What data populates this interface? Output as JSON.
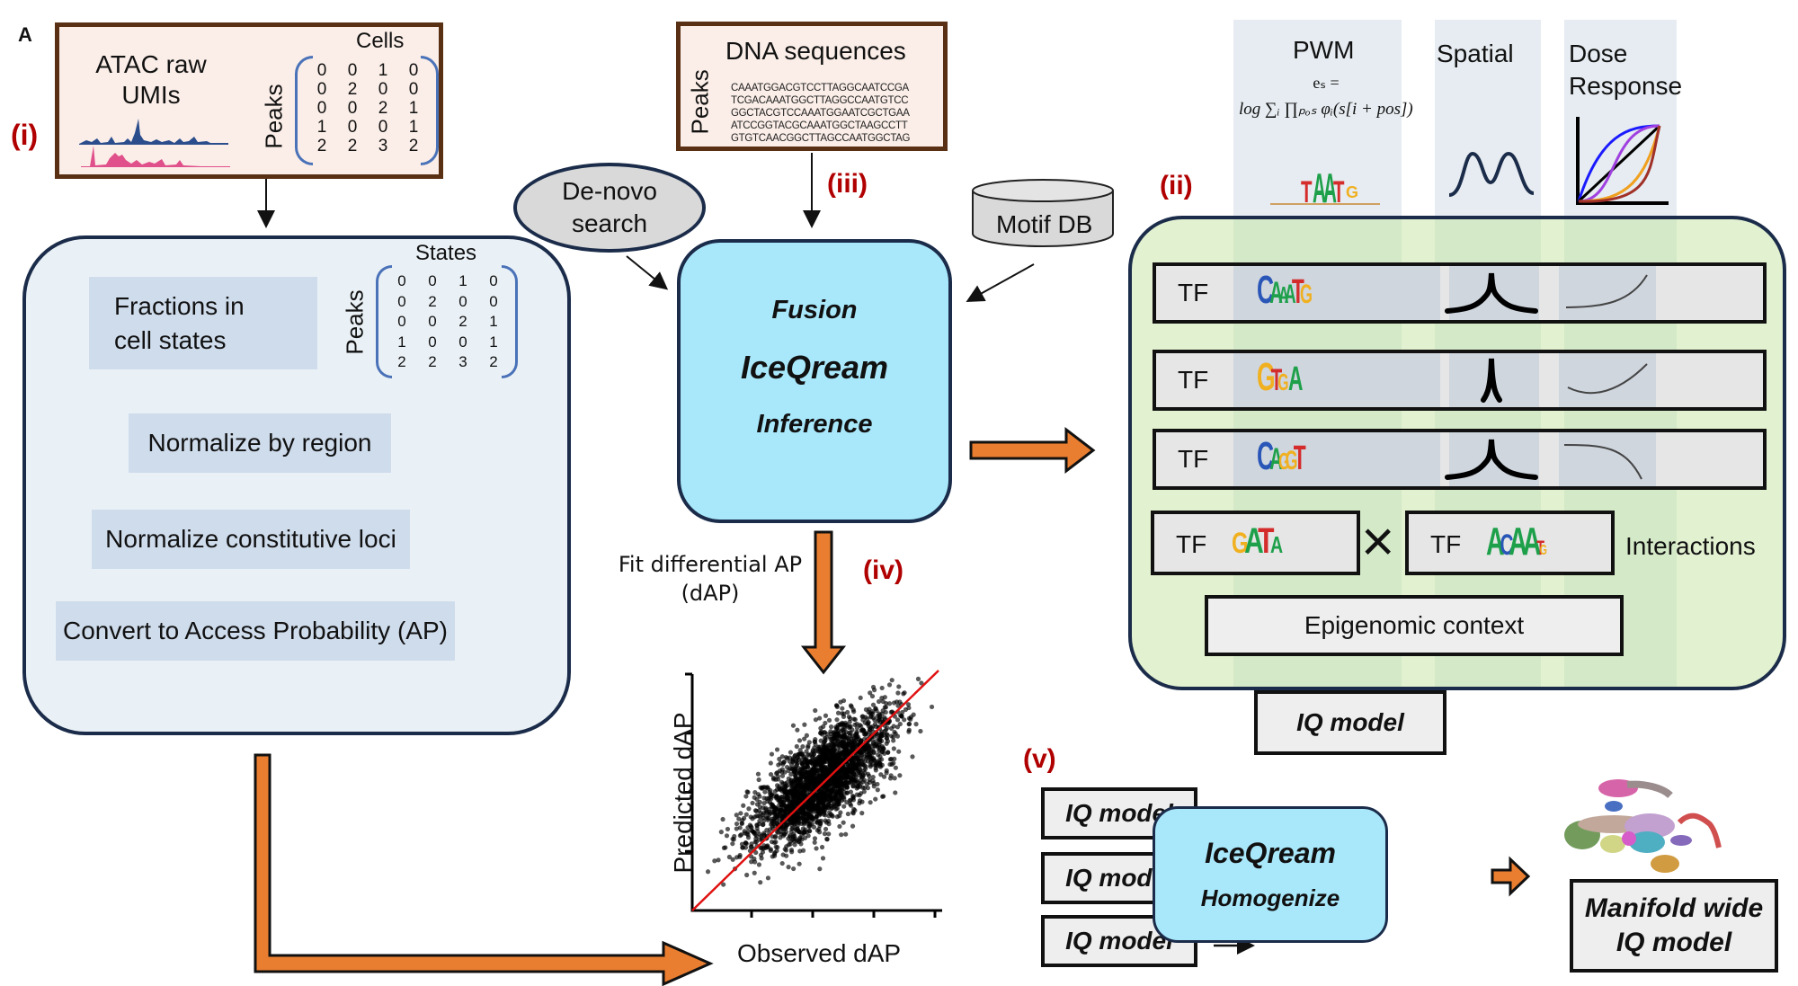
{
  "panel_letter": "A",
  "steps": {
    "i": "(i)",
    "ii": "(ii)",
    "iii": "(iii)",
    "iv": "(iv)",
    "v": "(v)"
  },
  "atac_box": {
    "title_line1": "ATAC raw",
    "title_line2": "UMIs",
    "matrix_label_top": "Cells",
    "matrix_label_side": "Peaks",
    "matrix": [
      [
        "0",
        "0",
        "1",
        "0"
      ],
      [
        "0",
        "2",
        "0",
        "0"
      ],
      [
        "0",
        "0",
        "2",
        "1"
      ],
      [
        "1",
        "0",
        "0",
        "1"
      ],
      [
        "2",
        "2",
        "3",
        "2"
      ]
    ],
    "track_colors": [
      "#2b4d8c",
      "#e0508a"
    ]
  },
  "dna_box": {
    "title": "DNA sequences",
    "side_label": "Peaks",
    "sequences": [
      "CAAATGGACGTCCTTAGGCAATCCGA",
      "TCGACAAATGGCTTAGGCCAATGTCC",
      "GGCTACGTCCAAATGGAATCGCTGAA",
      "ATCCGGTACGCAAATGGCTAAGCCTT",
      "GTGTCAACGGCTTAGCCAATGGCTAG"
    ]
  },
  "processing": {
    "matrix_label_top": "States",
    "matrix_label_side": "Peaks",
    "matrix": [
      [
        "0",
        "0",
        "1",
        "0"
      ],
      [
        "0",
        "2",
        "0",
        "0"
      ],
      [
        "0",
        "0",
        "2",
        "1"
      ],
      [
        "1",
        "0",
        "0",
        "1"
      ],
      [
        "2",
        "2",
        "3",
        "2"
      ]
    ],
    "items": [
      {
        "line1": "Fractions in",
        "line2": "cell states"
      },
      {
        "line1": "Normalize by region"
      },
      {
        "line1": "Normalize constitutive loci"
      },
      {
        "line1": "Convert to Access Probability (AP)"
      }
    ]
  },
  "denovo": {
    "line1": "De-novo",
    "line2": "search"
  },
  "motif_db": "Motif DB",
  "inference_box": {
    "line1": "Fusion",
    "line2": "IceQream",
    "line3": "Inference"
  },
  "fit_label": {
    "line1": "Fit differential AP",
    "line2": "(dAP)"
  },
  "model_columns": {
    "pwm": "PWM",
    "spatial": "Spatial",
    "dose_line1": "Dose",
    "dose_line2": "Response",
    "formula_top": "eₛ =",
    "formula": "log ∑ᵢ ∏ₚₒₛ φᵢ(s[i + pos])",
    "pwm_logo": "TAAT.G",
    "dose_curve_colors": [
      "#1a1aff",
      "#000000",
      "#a040e0",
      "#f0a020",
      "#a03028"
    ]
  },
  "tf_rows": [
    {
      "label": "TF",
      "motif": "CAAATG",
      "spatial": "wide-peak",
      "dose": "increasing"
    },
    {
      "label": "TF",
      "motif": "GTG A",
      "spatial": "narrow-peak",
      "dose": "u-shaped-increasing"
    },
    {
      "label": "TF",
      "motif": "CAGGT",
      "spatial": "wide-peak",
      "dose": "decreasing"
    }
  ],
  "interaction": {
    "left": {
      "label": "TF",
      "motif": "GATA"
    },
    "operator": "×",
    "right": {
      "label": "TF",
      "motif": "ACAAT"
    },
    "label": "Interactions"
  },
  "epigenomic": "Epigenomic context",
  "iq_model_label": "IQ model",
  "homogenize": {
    "inputs": [
      "IQ model",
      "IQ model",
      "IQ model"
    ],
    "box_line1": "IceQream",
    "box_line2": "Homogenize",
    "output_line1": "Manifold wide",
    "output_line2": "IQ model"
  },
  "colors": {
    "accent_orange": "#ea7e30",
    "step_red": "#b00000",
    "inference_blue": "#a9e8fb",
    "model_green": "#e2f1d0",
    "fit_line": "#e01010"
  },
  "chart_data": {
    "type": "scatter",
    "title": "",
    "xlabel": "Observed dAP",
    "ylabel": "Predicted dAP",
    "x_ticks": 4,
    "y_ticks": 4,
    "tick_labels_shown": false,
    "relationship": "positive correlation, dense elliptical cloud",
    "reference_line": {
      "type": "identity",
      "color": "#e01010"
    },
    "point_color": "#000000",
    "n_points_approx": 4000
  }
}
